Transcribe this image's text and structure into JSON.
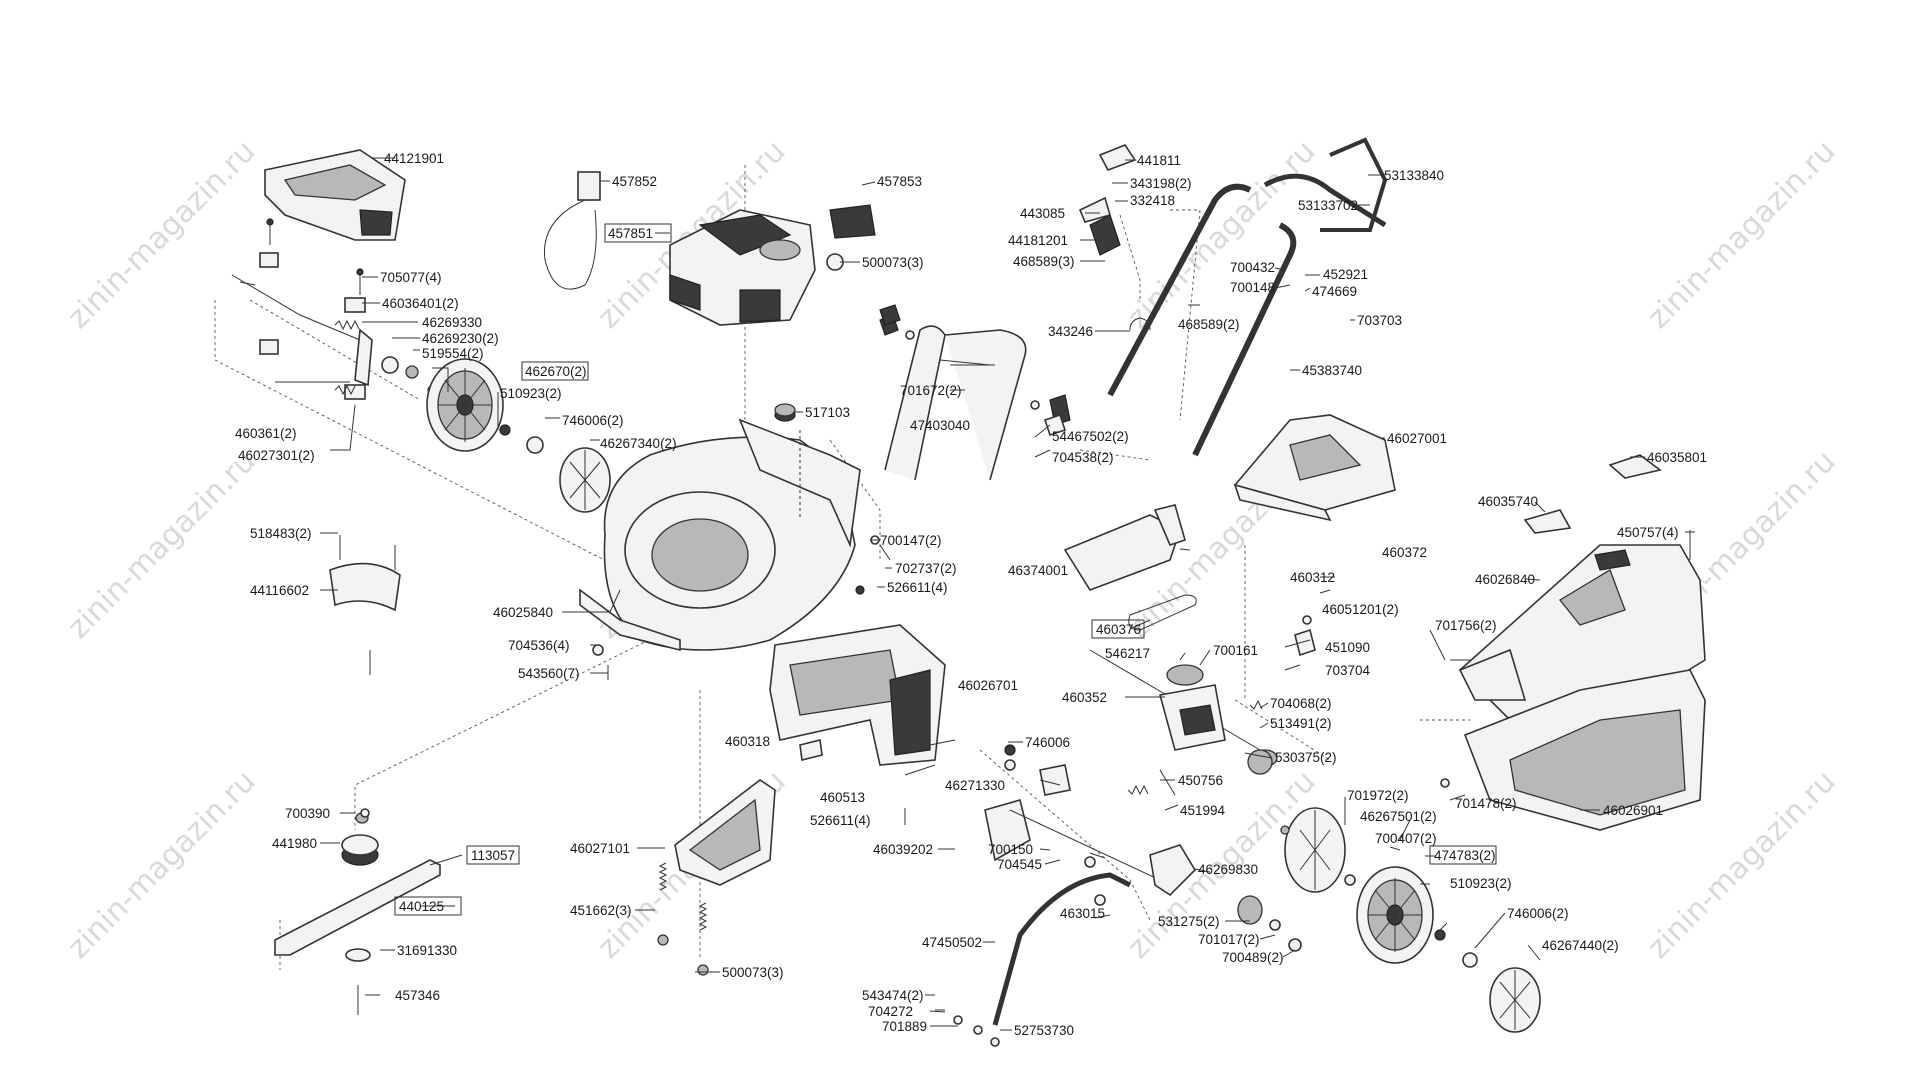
{
  "watermark": "zinin-magazin.ru",
  "labels": {
    "l44121901": "44121901",
    "l705077": "705077(4)",
    "l46036401": "46036401(2)",
    "l46269330": "46269330",
    "l46269230": "46269230(2)",
    "l519554": "519554(2)",
    "l462670": "462670(2)",
    "l510923a": "510923(2)",
    "l460361": "460361(2)",
    "l46027301": "46027301(2)",
    "l746006a": "746006(2)",
    "l46267340": "46267340(2)",
    "l518483": "518483(2)",
    "l44116602": "44116602",
    "l457852": "457852",
    "l457851": "457851",
    "l457853": "457853",
    "l500073a": "500073(3)",
    "l517103": "517103",
    "l47403040": "47403040",
    "l701672": "701672(2)",
    "l54467502": "54467502(2)",
    "l704538": "704538(2)",
    "l700147": "700147(2)",
    "l702737": "702737(2)",
    "l526611a": "526611(4)",
    "l46025840": "46025840",
    "l704536": "704536(4)",
    "l543560": "543560(7)",
    "l441811": "441811",
    "l343198": "343198(2)",
    "l332418": "332418",
    "l443085": "443085",
    "l44181201": "44181201",
    "l468589a": "468589(3)",
    "l343246": "343246",
    "l468589b": "468589(2)",
    "l53133840": "53133840",
    "l53133702": "53133702",
    "l700432": "700432",
    "l700148": "700148",
    "l452921": "452921",
    "l474669": "474669",
    "l703703": "703703",
    "l45383740": "45383740",
    "l46027001": "46027001",
    "l46035801": "46035801",
    "l46035740": "46035740",
    "l450757": "450757(4)",
    "l46026840": "46026840",
    "l460372": "460372",
    "l46374001": "46374001",
    "l460312": "460312",
    "l46051201": "46051201(2)",
    "l460376": "460376",
    "l546217": "546217",
    "l700161": "700161",
    "l451090": "451090",
    "l703704": "703704",
    "l701756": "701756(2)",
    "l460352": "460352",
    "l704068": "704068(2)",
    "l513491": "513491(2)",
    "l46026701": "46026701",
    "l460318": "460318",
    "l746006b": "746006",
    "l530375": "530375(2)",
    "l460513": "460513",
    "l46271330": "46271330",
    "l450756": "450756",
    "l526611b": "526611(4)",
    "l451994": "451994",
    "l701478": "701478(2)",
    "l46026901": "46026901",
    "l701972": "701972(2)",
    "l46267501": "46267501(2)",
    "l700407": "700407(2)",
    "l46039202": "46039202",
    "l700150": "700150",
    "l704545": "704545",
    "l46269830": "46269830",
    "l474783": "474783(2)",
    "l46027101": "46027101",
    "l700390": "700390",
    "l441980": "441980",
    "l113057": "113057",
    "l440125": "440125",
    "l31691330": "31691330",
    "l457346": "457346",
    "l451662": "451662(3)",
    "l500073b": "500073(3)",
    "l463015": "463015",
    "l531275": "531275(2)",
    "l701017": "701017(2)",
    "l700489": "700489(2)",
    "l510923b": "510923(2)",
    "l746006c": "746006(2)",
    "l46267440": "46267440(2)",
    "l47450502": "47450502",
    "l543474": "543474(2)",
    "l704272": "704272",
    "l701889": "701889",
    "l52753730": "52753730"
  }
}
